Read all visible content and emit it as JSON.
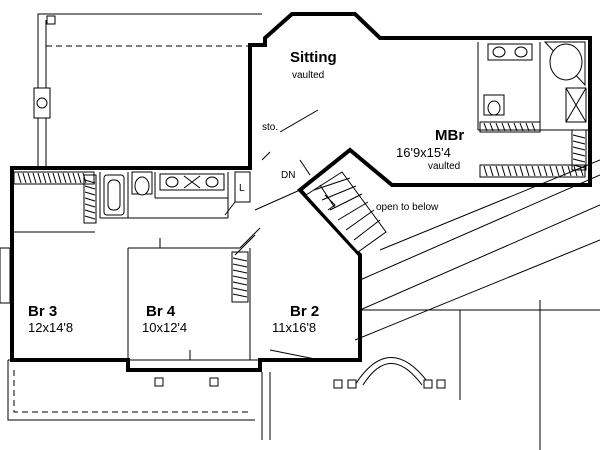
{
  "rooms": {
    "sitting": {
      "name": "Sitting",
      "note": "vaulted"
    },
    "master": {
      "name": "MBr",
      "dims": "16'9x15'4",
      "note": "vaulted"
    },
    "br2": {
      "name": "Br 2",
      "dims": "11x16'8"
    },
    "br3": {
      "name": "Br 3",
      "dims": "12x14'8"
    },
    "br4": {
      "name": "Br 4",
      "dims": "10x12'4"
    }
  },
  "labels": {
    "storage": "sto.",
    "down": "DN",
    "laundry": "L",
    "open_below": "open to below"
  }
}
